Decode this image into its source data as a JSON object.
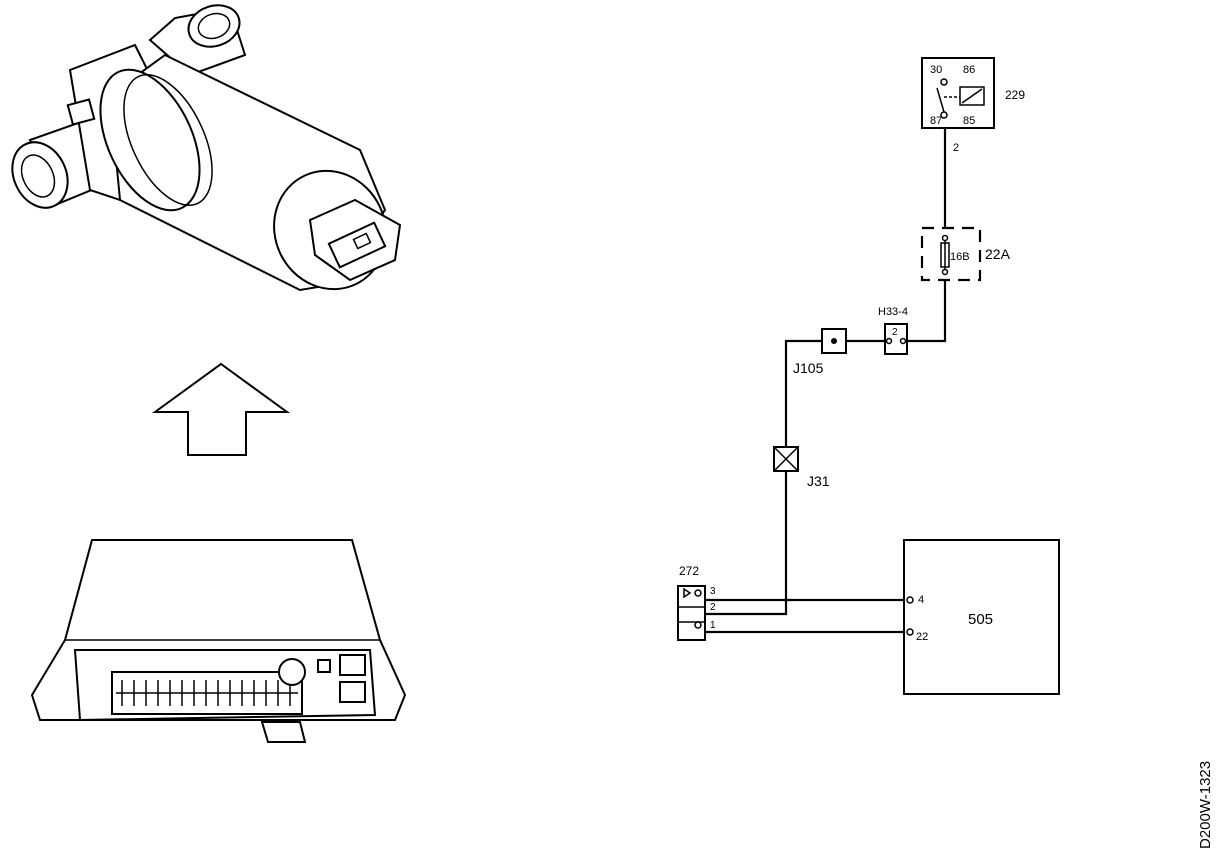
{
  "diagram": {
    "relay": {
      "id": "229",
      "pins": [
        "30",
        "86",
        "87",
        "85"
      ]
    },
    "wire_relay_fuse": "2",
    "fuse": {
      "id": "22A",
      "rating": "16B"
    },
    "connector_h33": {
      "id": "H33-4",
      "pin": "2"
    },
    "splice_j105": "J105",
    "splice_j31": "J31",
    "connector_272": {
      "id": "272",
      "pins": [
        "3",
        "2",
        "1"
      ]
    },
    "module_505": {
      "id": "505",
      "pins": [
        "4",
        "22"
      ]
    },
    "drawing_code": "D200W-1323"
  }
}
